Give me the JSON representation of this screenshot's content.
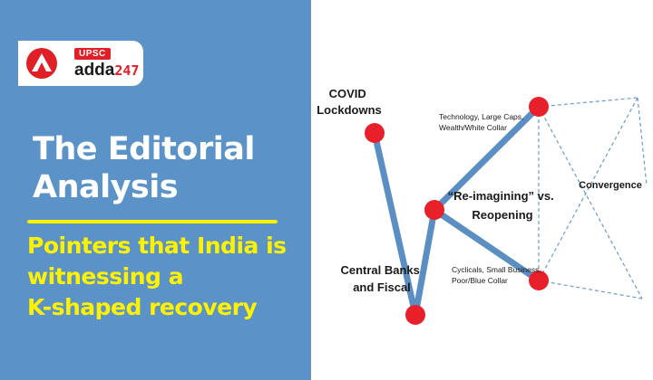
{
  "logo": {
    "badge": "UPSC",
    "brand_text": "adda",
    "brand_number": "247"
  },
  "title_lines": [
    "The Editorial",
    "Analysis"
  ],
  "subtitle_lines": [
    "Pointers that India is",
    "witnessing a",
    "K-shaped recovery"
  ],
  "diagram": {
    "covid_lines": [
      "COVID",
      "Lockdowns"
    ],
    "central_lines": [
      "Central Banks",
      "and Fiscal"
    ],
    "reimagining_lines": [
      "“Re-imagining” vs.",
      "Reopening"
    ],
    "upper_branch_lines": [
      "Technology, Large Caps,",
      "Wealth/White Collar"
    ],
    "lower_branch_lines": [
      "Cyclicals, Small Business,",
      "Poor/Blue Collar"
    ],
    "convergence": "Convergence"
  },
  "colors": {
    "panel": "#5b93c8",
    "accent_yellow": "#fff200",
    "node_red": "#e8202a",
    "line_blue": "#5b8fc4",
    "brand_red": "#e01f26"
  }
}
